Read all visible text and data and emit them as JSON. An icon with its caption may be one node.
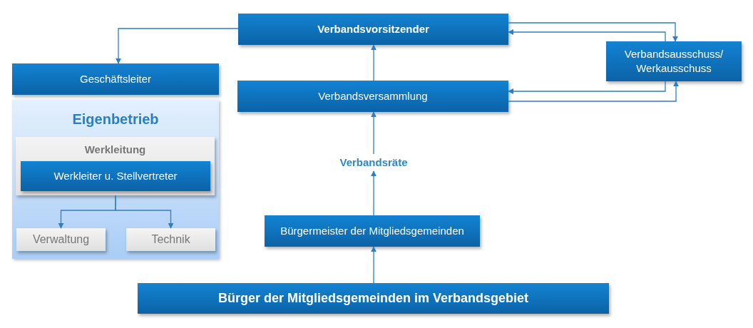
{
  "diagram": {
    "nodes": [
      {
        "text": [
          "Verbandsvorsitzender"
        ]
      },
      {
        "text": [
          "Verbandsausschuss/ Werkausschuss"
        ]
      },
      {
        "text": [
          "Geschäftsleiter"
        ]
      },
      {
        "text": [
          "Verbandsversammlung"
        ]
      },
      {
        "text": [
          "Eigenbetrieb"
        ]
      },
      {
        "text": [
          "Werkleitung"
        ],
        "in": 4
      },
      {
        "text": [
          "Werkleiter u. Stellvertreter"
        ],
        "in": 5
      },
      {
        "text": [
          "Verwaltung"
        ],
        "in": 4
      },
      {
        "text": [
          "Technik"
        ],
        "in": 4
      },
      {
        "text": [
          "Verbandsräte"
        ]
      },
      {
        "text": [
          "Bürgermeister der Mitgliedsgemeinden"
        ]
      },
      {
        "text": [
          "Bürger der Mitgliedsgemeinden im Verbandsgebiet"
        ]
      }
    ],
    "edges": [
      {
        "from": 0,
        "to": 2,
        "arrow": "to"
      },
      {
        "from": 3,
        "to": 0,
        "arrow": "to"
      },
      {
        "from": 0,
        "to": 1,
        "arrow": "to"
      },
      {
        "from": 1,
        "to": 0,
        "arrow": "to"
      },
      {
        "from": 1,
        "to": 3,
        "arrow": "to"
      },
      {
        "from": 3,
        "to": 1,
        "arrow": "to"
      },
      {
        "from": 5,
        "to": 7,
        "arrow": "to"
      },
      {
        "from": 5,
        "to": 8,
        "arrow": "to"
      },
      {
        "from": 9,
        "to": 3,
        "arrow": "to"
      },
      {
        "from": 10,
        "to": 9,
        "arrow": "to"
      },
      {
        "from": 11,
        "to": 10,
        "arrow": "to"
      }
    ]
  }
}
